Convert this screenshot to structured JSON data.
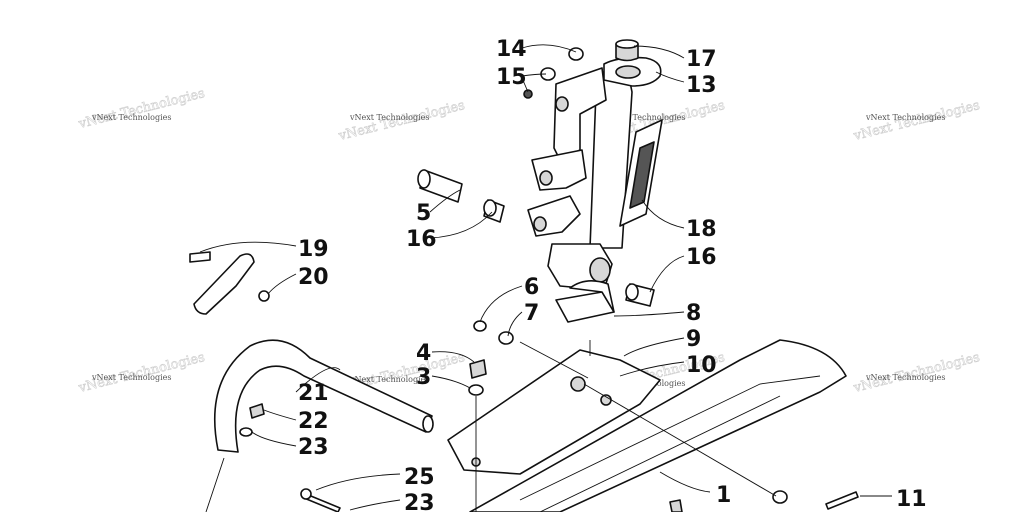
{
  "diagram": {
    "watermark_text": "vNext Technologies",
    "callouts": [
      "14",
      "15",
      "17",
      "13",
      "18",
      "5",
      "16",
      "16",
      "19",
      "20",
      "6",
      "7",
      "8",
      "9",
      "10",
      "4",
      "3",
      "21",
      "22",
      "23",
      "25",
      "23",
      "1",
      "11"
    ]
  }
}
